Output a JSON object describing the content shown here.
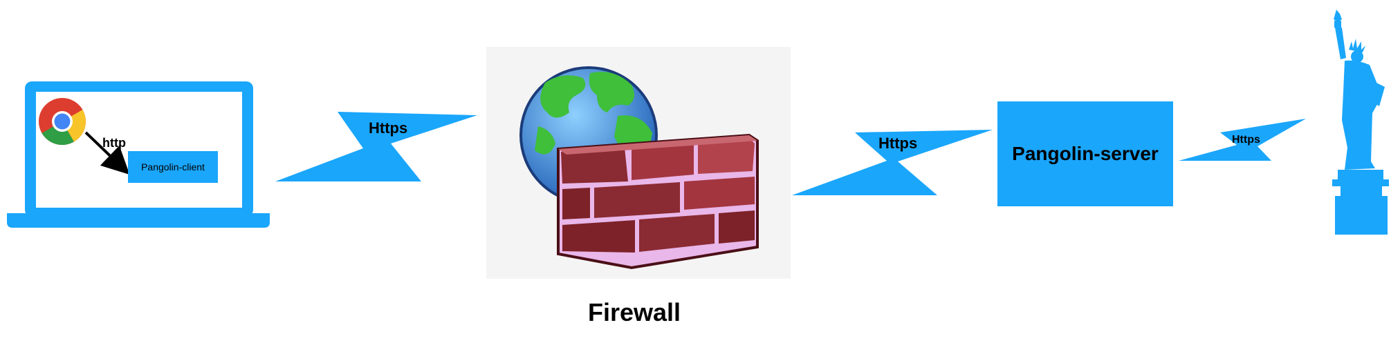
{
  "labels": {
    "http": "http",
    "pangolin_client": "Pangolin-client",
    "https_1": "Https",
    "https_2": "Https",
    "https_3": "Https",
    "pangolin_server": "Pangolin-server",
    "firewall": "Firewall"
  },
  "icons": {
    "laptop": "laptop-icon",
    "browser": "chrome-browser-icon",
    "globe": "globe-icon",
    "brick_wall": "brick-wall-icon",
    "statue": "statue-of-liberty-icon"
  },
  "colors": {
    "accent": "#1aa6fb",
    "brick": "#8a2a32",
    "mortar": "#e9b7e9",
    "globe_ocean": "#3a8fe0",
    "globe_land": "#3fbf3a"
  }
}
